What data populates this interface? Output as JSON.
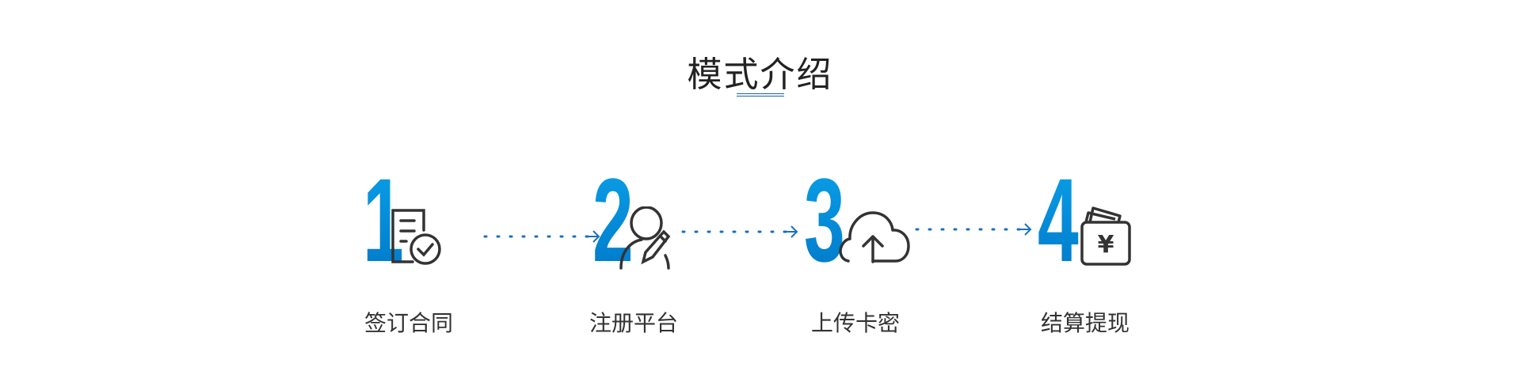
{
  "title": "模式介绍",
  "accent_color": "#0a8fdc",
  "steps": [
    {
      "number": "1",
      "label": "签订合同",
      "icon": "contract-check-icon"
    },
    {
      "number": "2",
      "label": "注册平台",
      "icon": "user-edit-icon"
    },
    {
      "number": "3",
      "label": "上传卡密",
      "icon": "cloud-upload-icon"
    },
    {
      "number": "4",
      "label": "结算提现",
      "icon": "wallet-yuan-icon"
    }
  ],
  "wallet_symbol": "¥"
}
